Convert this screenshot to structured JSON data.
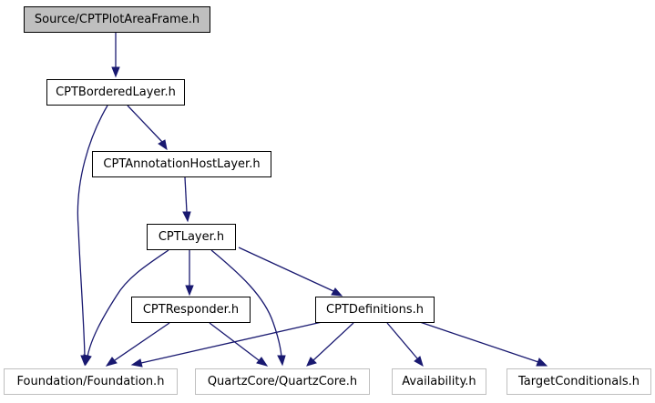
{
  "graph": {
    "nodes": {
      "plotareaframe": "Source/CPTPlotAreaFrame.h",
      "borderedlayer": "CPTBorderedLayer.h",
      "annotationhostlayer": "CPTAnnotationHostLayer.h",
      "layer": "CPTLayer.h",
      "responder": "CPTResponder.h",
      "definitions": "CPTDefinitions.h",
      "foundation": "Foundation/Foundation.h",
      "quartzcore": "QuartzCore/QuartzCore.h",
      "availability": "Availability.h",
      "targetconditionals": "TargetConditionals.h"
    },
    "edges": [
      {
        "from": "plotareaframe",
        "to": "borderedlayer"
      },
      {
        "from": "borderedlayer",
        "to": "annotationhostlayer"
      },
      {
        "from": "borderedlayer",
        "to": "foundation"
      },
      {
        "from": "annotationhostlayer",
        "to": "layer"
      },
      {
        "from": "layer",
        "to": "foundation"
      },
      {
        "from": "layer",
        "to": "responder"
      },
      {
        "from": "layer",
        "to": "quartzcore"
      },
      {
        "from": "layer",
        "to": "definitions"
      },
      {
        "from": "responder",
        "to": "foundation"
      },
      {
        "from": "responder",
        "to": "quartzcore"
      },
      {
        "from": "definitions",
        "to": "foundation"
      },
      {
        "from": "definitions",
        "to": "quartzcore"
      },
      {
        "from": "definitions",
        "to": "availability"
      },
      {
        "from": "definitions",
        "to": "targetconditionals"
      }
    ]
  }
}
